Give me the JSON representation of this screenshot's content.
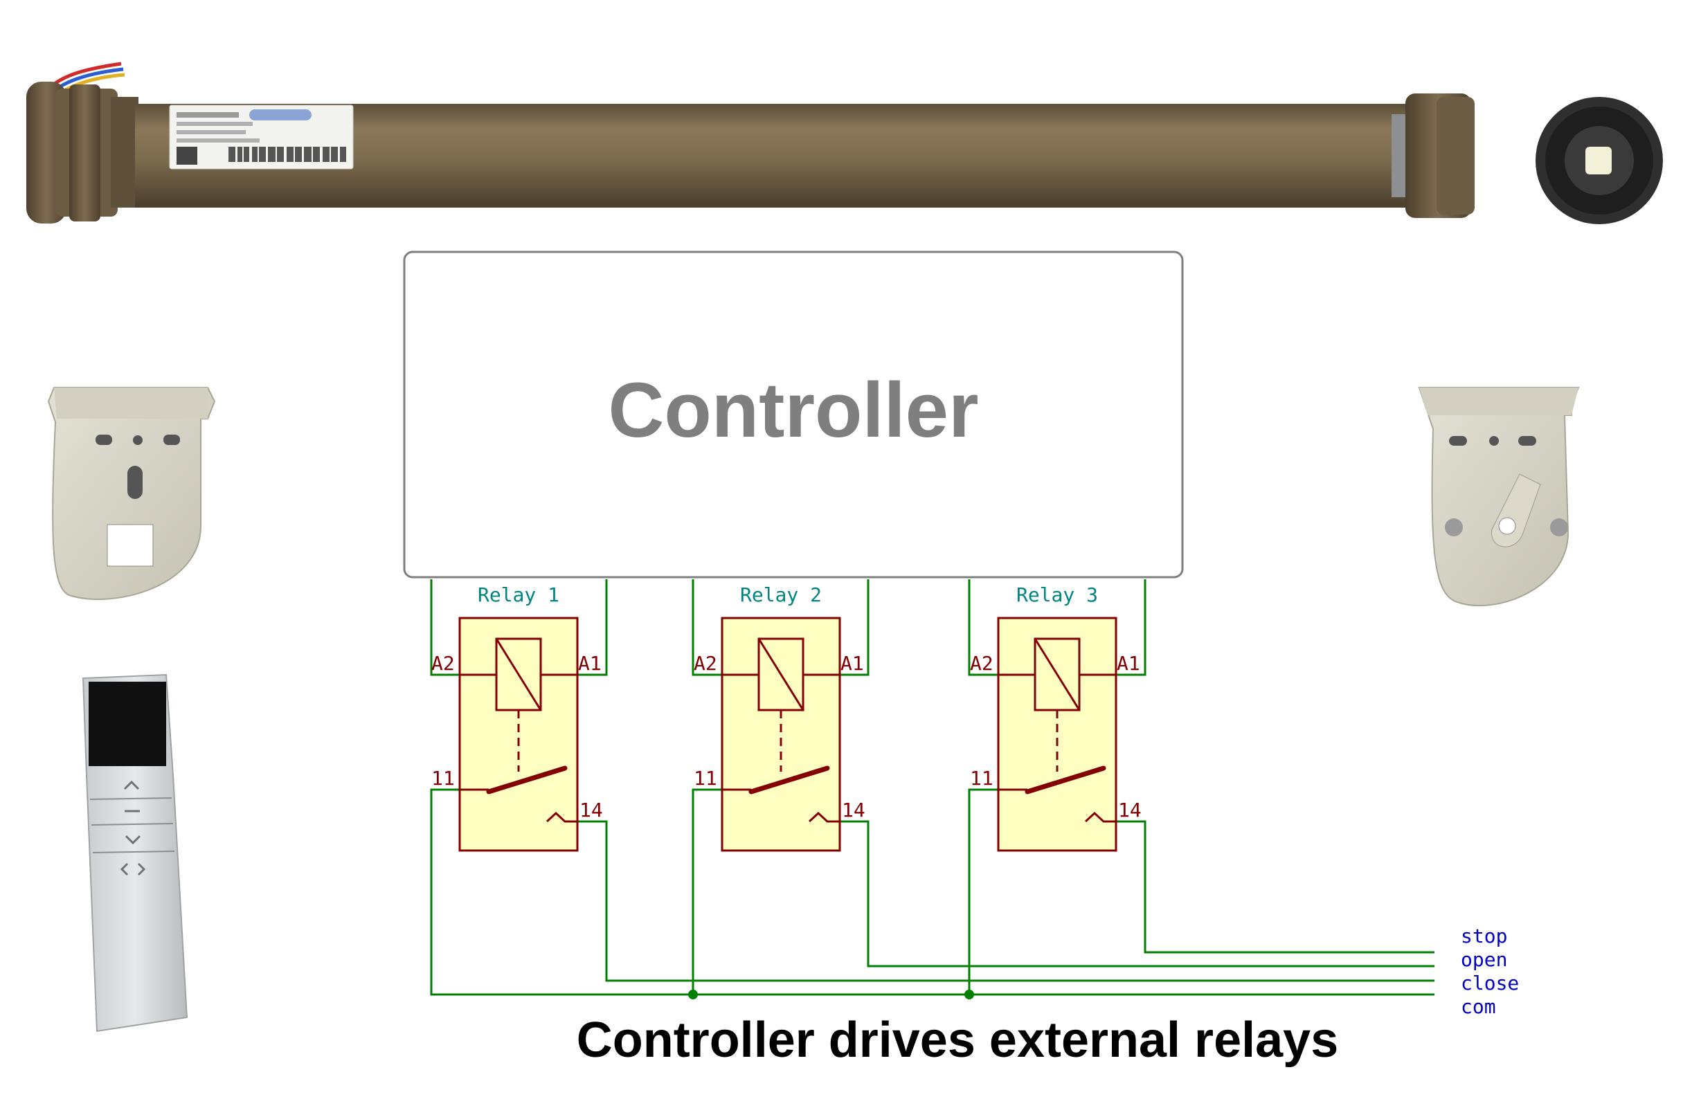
{
  "controller": {
    "label": "Controller"
  },
  "relays": [
    {
      "name": "Relay 1",
      "pins": {
        "a2": "A2",
        "a1": "A1",
        "c11": "11",
        "c14": "14"
      }
    },
    {
      "name": "Relay 2",
      "pins": {
        "a2": "A2",
        "a1": "A1",
        "c11": "11",
        "c14": "14"
      }
    },
    {
      "name": "Relay 3",
      "pins": {
        "a2": "A2",
        "a1": "A1",
        "c11": "11",
        "c14": "14"
      }
    }
  ],
  "outputs": {
    "stop": "stop",
    "open": "open",
    "close": "close",
    "com": "com"
  },
  "footer": {
    "caption": "Controller drives external relays"
  },
  "colors": {
    "wire": "#008000",
    "relay_fill": "#ffffc2",
    "relay_stroke": "#840000",
    "relay_label": "#008484",
    "output_label": "#0000c8",
    "controller_text": "#7f7f7f",
    "motor": "#7b6a4f"
  }
}
